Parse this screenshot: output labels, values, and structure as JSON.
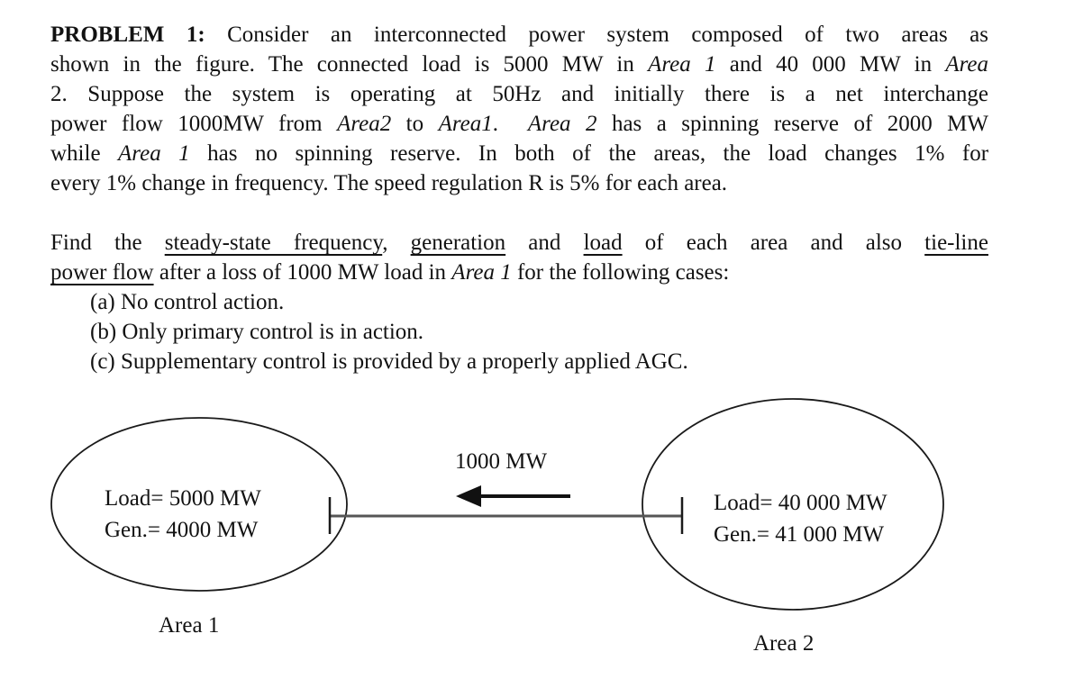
{
  "document": {
    "paragraph1": {
      "lines": [
        {
          "justify": true,
          "segments": [
            {
              "t": "PROBLEM 1:",
              "b": true
            },
            {
              "t": " Consider an interconnected power system composed of two areas as"
            }
          ]
        },
        {
          "justify": true,
          "segments": [
            {
              "t": "shown in the figure. The connected load is 5000 MW in "
            },
            {
              "t": "Area 1",
              "i": true
            },
            {
              "t": " and 40 000 MW in "
            },
            {
              "t": "Area",
              "i": true
            }
          ]
        },
        {
          "justify": true,
          "segments": [
            {
              "t": "2. Suppose the system is operating at 50Hz and initially there is a net interchange"
            }
          ]
        },
        {
          "justify": true,
          "segments": [
            {
              "t": "power flow 1000MW from "
            },
            {
              "t": "Area2",
              "i": true
            },
            {
              "t": " to "
            },
            {
              "t": "Area1",
              "i": true
            },
            {
              "t": ".  "
            },
            {
              "t": "Area 2",
              "i": true
            },
            {
              "t": " has a spinning reserve of 2000 MW"
            }
          ]
        },
        {
          "justify": true,
          "segments": [
            {
              "t": "while "
            },
            {
              "t": "Area 1",
              "i": true
            },
            {
              "t": " has no spinning reserve. In both of the areas, the load changes 1% for"
            }
          ]
        },
        {
          "justify": false,
          "segments": [
            {
              "t": "every 1% change in frequency. The speed regulation R is 5% for each area."
            }
          ]
        }
      ]
    },
    "paragraph2": {
      "lines": [
        {
          "justify": true,
          "segments": [
            {
              "t": "Find the "
            },
            {
              "t": "steady-state frequency",
              "u": true
            },
            {
              "t": ", "
            },
            {
              "t": "generation",
              "u": true
            },
            {
              "t": " and "
            },
            {
              "t": "load",
              "u": true
            },
            {
              "t": " of each area and also "
            },
            {
              "t": "tie-line",
              "u": true
            }
          ]
        },
        {
          "justify": false,
          "segments": [
            {
              "t": "power flow",
              "u": true
            },
            {
              "t": " after a loss of 1000 MW load in "
            },
            {
              "t": "Area 1",
              "i": true
            },
            {
              "t": " for the following cases:"
            }
          ]
        }
      ]
    },
    "cases": [
      {
        "label": "(a)",
        "text": "No control action."
      },
      {
        "label": "(b)",
        "text": "Only primary control is in action."
      },
      {
        "label": "(c)",
        "text": "Supplementary control is provided by a properly applied AGC."
      }
    ]
  },
  "figure": {
    "tie_line_label": "1000 MW",
    "area1": {
      "load_label": "Load= 5000 MW",
      "gen_label": "Gen.= 4000 MW",
      "name": "Area 1"
    },
    "area2": {
      "load_label": "Load= 40 000 MW",
      "gen_label": "Gen.= 41 000 MW",
      "name": "Area 2"
    },
    "colors": {
      "ink": "#1a1a1a",
      "tie_line": "#565656"
    }
  }
}
